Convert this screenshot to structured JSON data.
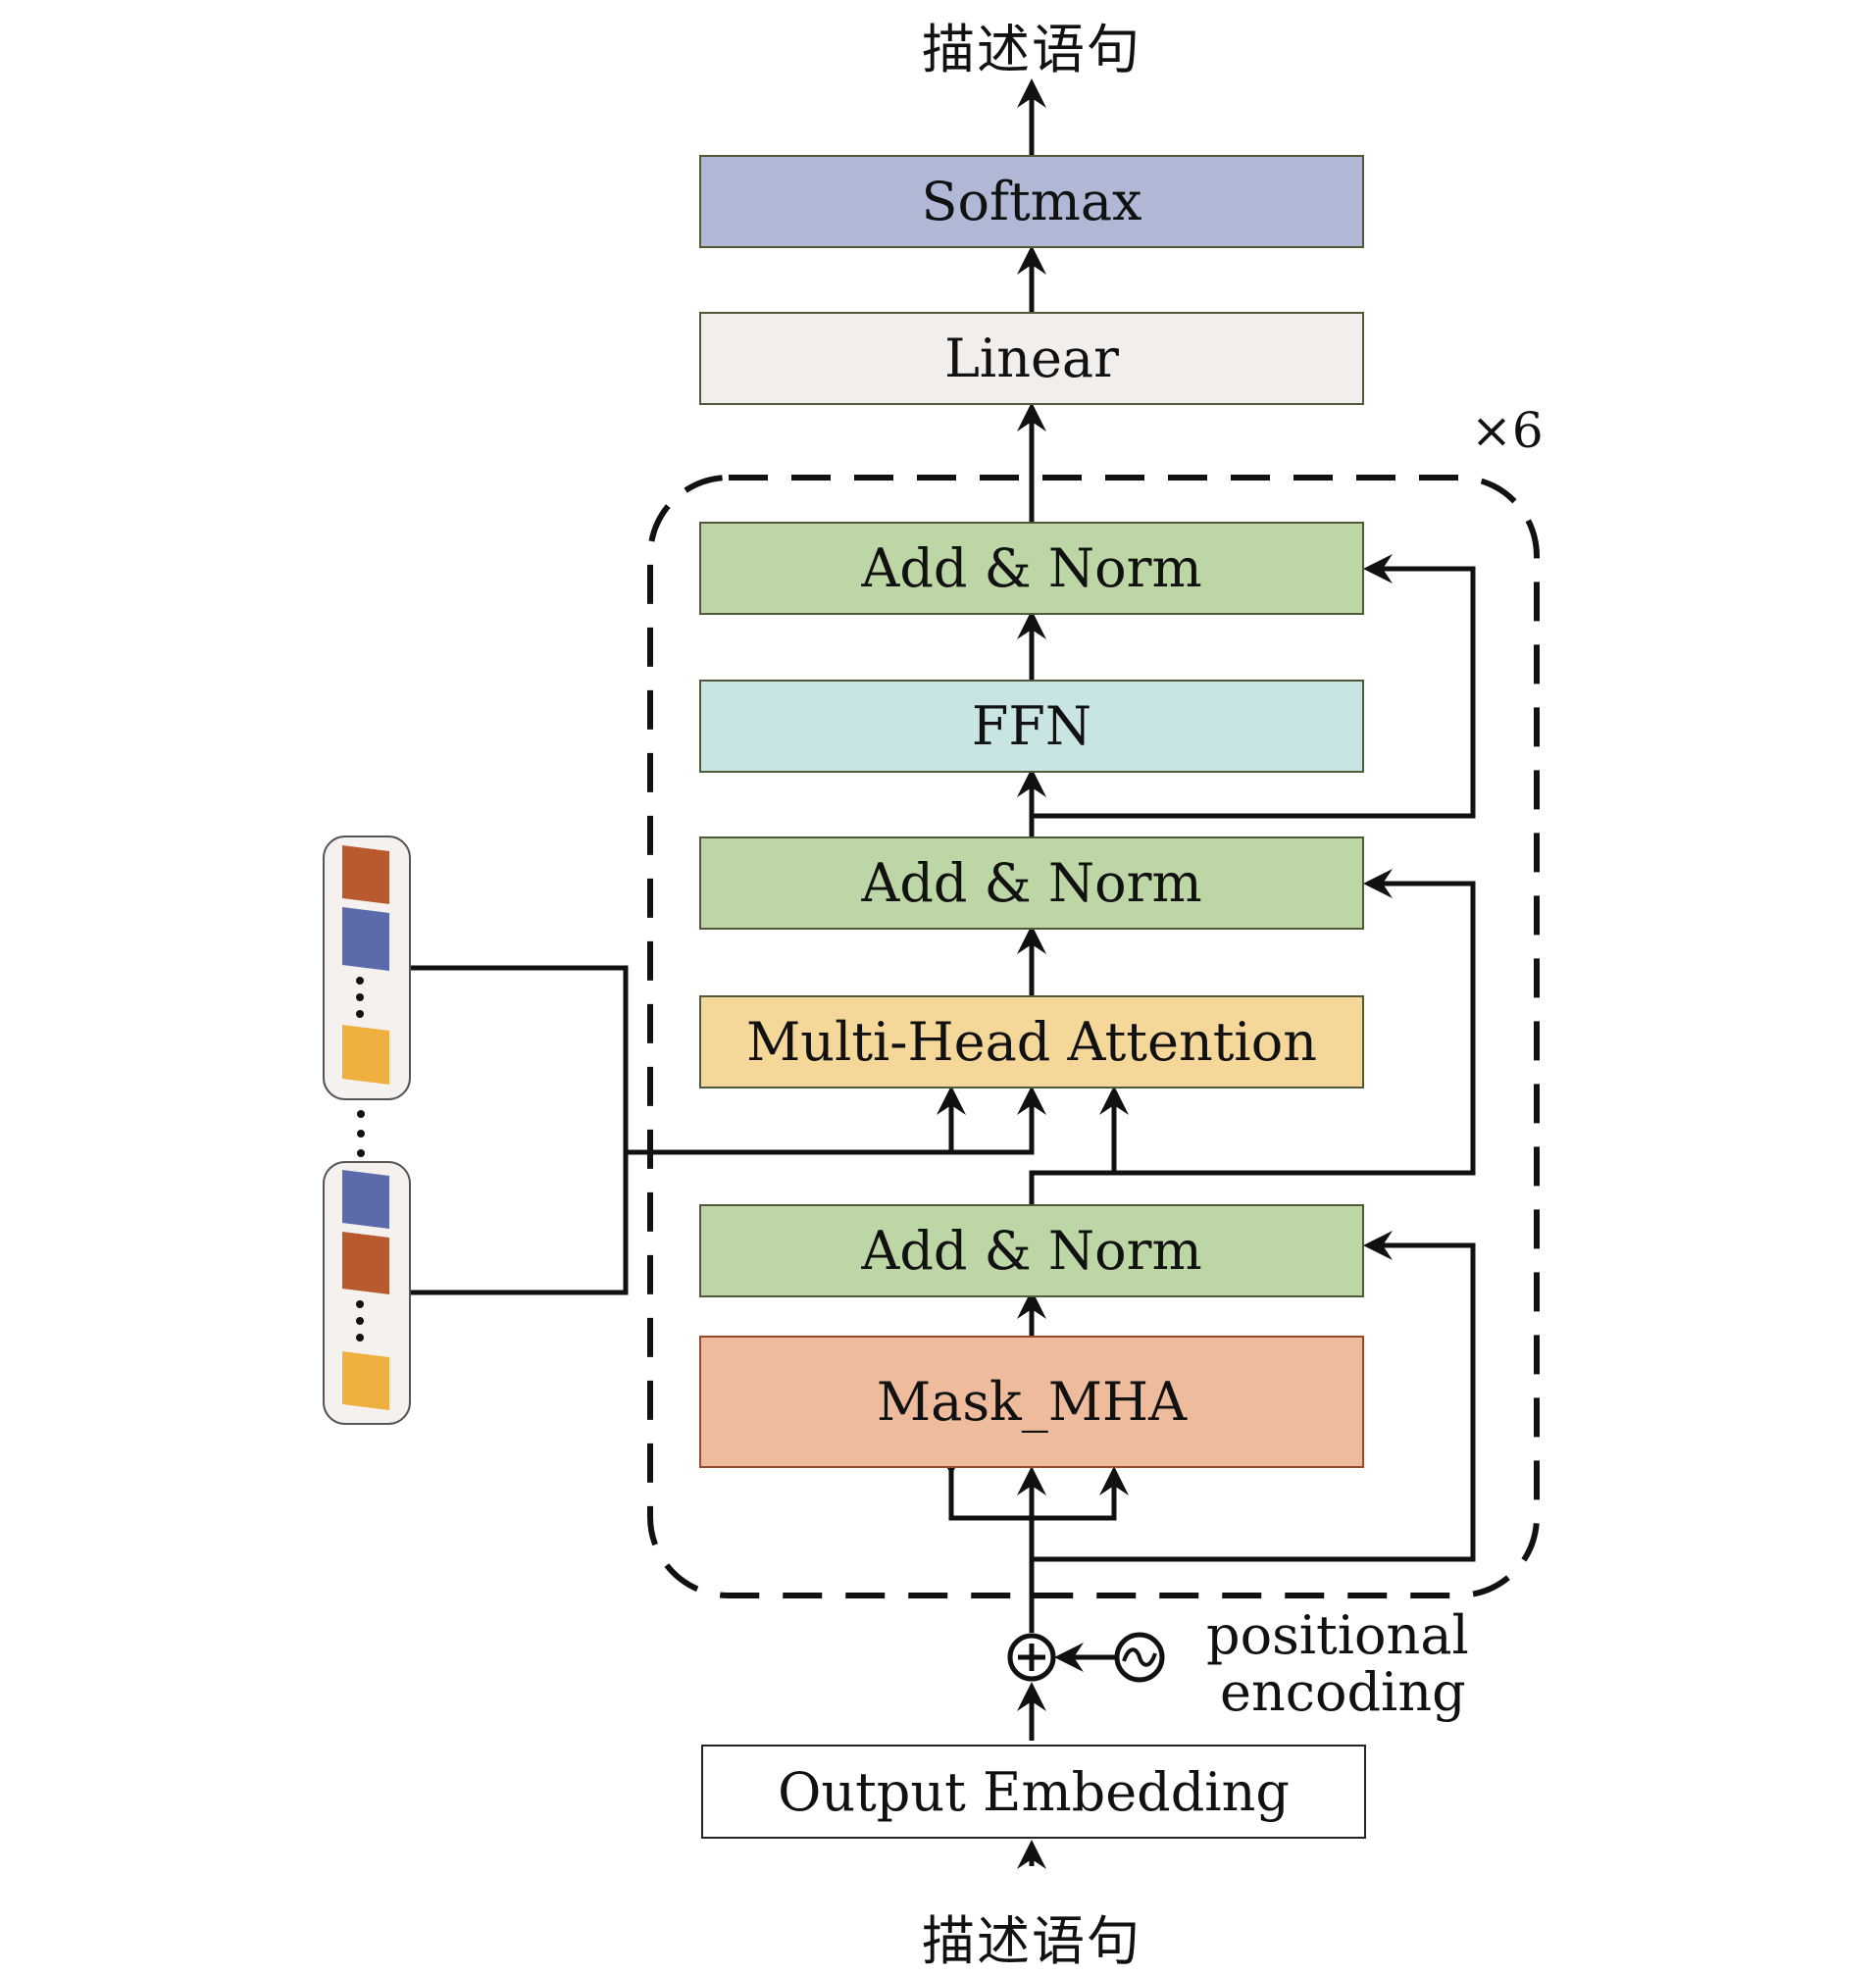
{
  "title_top": "描述语句",
  "title_bottom": "描述语句",
  "repeat_label": "×6",
  "positional_encoding": [
    "positional",
    "encoding"
  ],
  "blocks": {
    "softmax": "Softmax",
    "linear": "Linear",
    "add_norm_3": "Add & Norm",
    "ffn": "FFN",
    "add_norm_2": "Add & Norm",
    "mha": "Multi-Head Attention",
    "add_norm_1": "Add & Norm",
    "mask_mha": "Mask_MHA",
    "output_embedding": "Output Embedding"
  },
  "colors": {
    "softmax": "#b1b8d6",
    "linear": "#f1eeec",
    "add_norm": "#bdd6a6",
    "ffn": "#c8e4e3",
    "mha": "#f5d79a",
    "mask_mha": "#efbb9d",
    "output_embedding": "#ffffff",
    "feature_orange": "#b85a2e",
    "feature_blue": "#5a6aaa",
    "feature_yellow": "#efb03f"
  }
}
